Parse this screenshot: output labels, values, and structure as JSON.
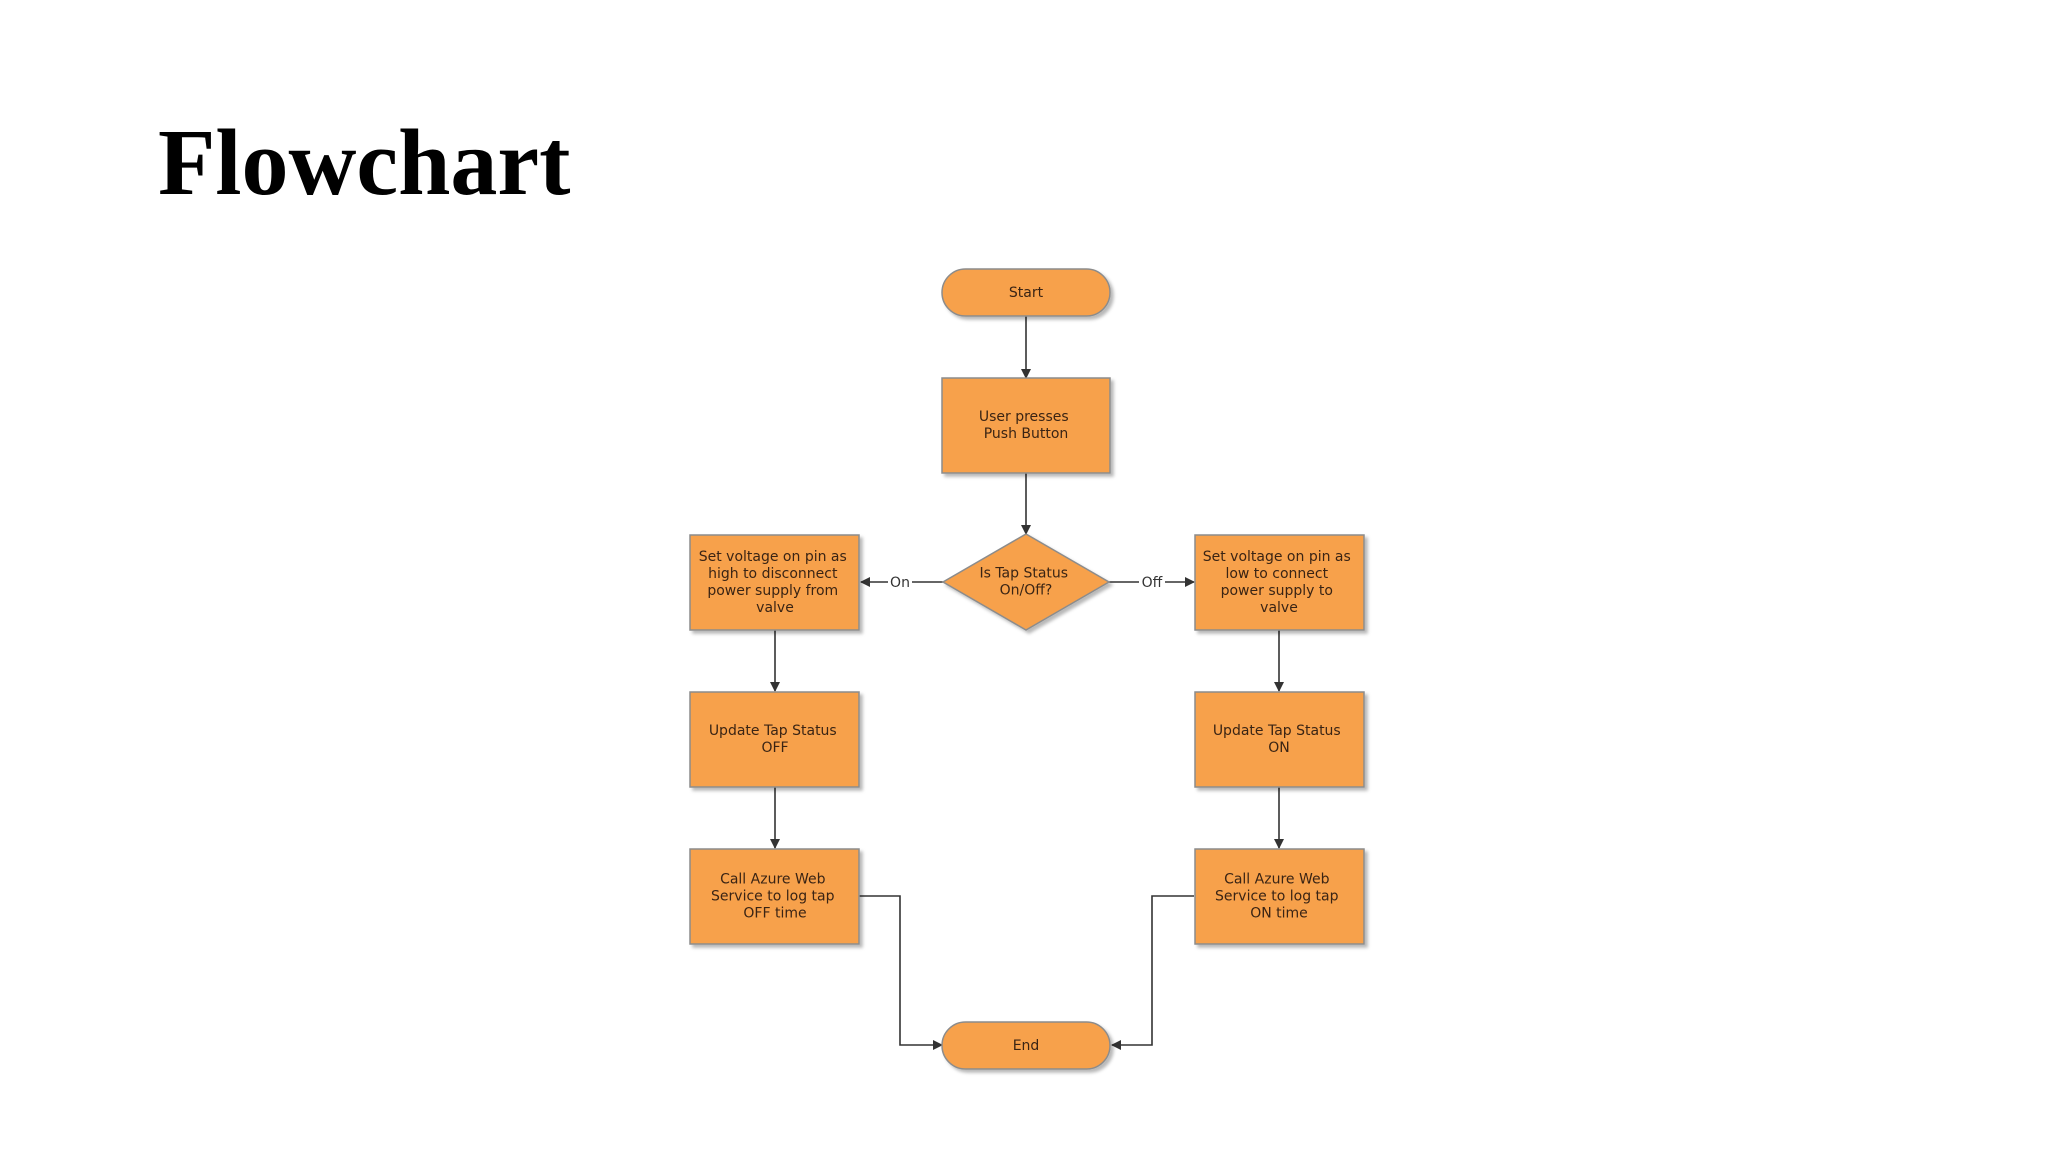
{
  "slide": {
    "title": "Flowchart"
  },
  "colors": {
    "node_fill": "#f7a14b",
    "node_stroke": "#8c8c8c",
    "edge": "#333333",
    "text": "#3a2414"
  },
  "flowchart": {
    "nodes": {
      "start": {
        "label": "Start"
      },
      "push": {
        "label": [
          "User presses",
          "Push Button"
        ]
      },
      "decision": {
        "label": [
          "Is Tap Status",
          "On/Off?"
        ]
      },
      "set_high": {
        "label": [
          "Set voltage on pin as",
          "high to disconnect",
          "power supply from",
          "valve"
        ]
      },
      "set_low": {
        "label": [
          "Set voltage on pin as",
          "low to connect",
          "power supply to",
          "valve"
        ]
      },
      "update_off": {
        "label": [
          "Update Tap Status",
          "OFF"
        ]
      },
      "update_on": {
        "label": [
          "Update Tap Status",
          "ON"
        ]
      },
      "azure_off": {
        "label": [
          "Call Azure Web",
          "Service to log tap",
          "OFF time"
        ]
      },
      "azure_on": {
        "label": [
          "Call Azure Web",
          "Service to log tap",
          "ON time"
        ]
      },
      "end": {
        "label": "End"
      }
    },
    "edges": {
      "on": {
        "label": "On"
      },
      "off": {
        "label": "Off"
      }
    }
  }
}
